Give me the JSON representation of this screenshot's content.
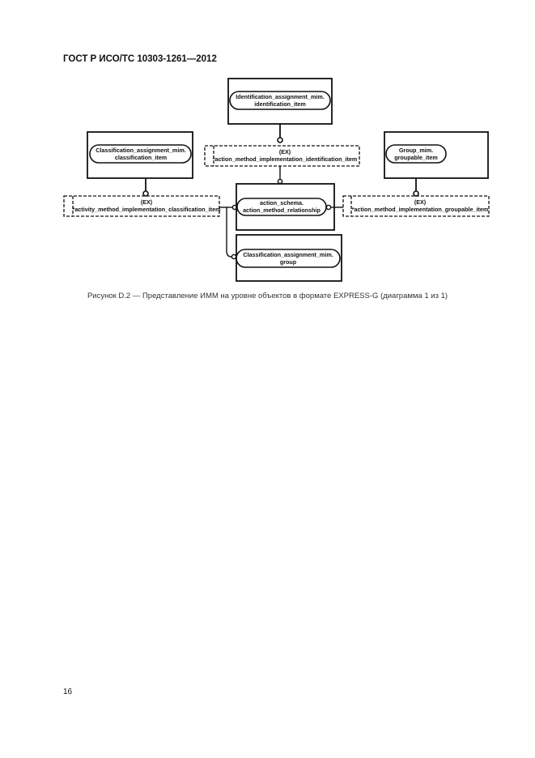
{
  "header": {
    "title": "ГОСТ Р ИСО/ТС 10303-1261—2012"
  },
  "diagram": {
    "entities": {
      "identification": [
        "Identification_assignment_mim.",
        "identification_item"
      ],
      "classification_item": [
        "Classification_assignment_mim.",
        "classification_item"
      ],
      "group_item": [
        "Group_mim.",
        "groupable_item"
      ],
      "center": [
        "action_schema.",
        "action_method_relationship"
      ],
      "group": [
        "Classification_assignment_mim.",
        "group"
      ]
    },
    "selects": {
      "top": [
        "(EX)",
        "*action_method_implementation_identification_item"
      ],
      "left": [
        "(EX)",
        "*activity_method_implementation_classification_item"
      ],
      "right": [
        "(EX)",
        "*action_method_implementation_groupable_item"
      ]
    }
  },
  "caption": "Рисунок D.2 — Представление ИММ на уровне объектов в формате EXPRESS-G (диаграмма 1 из 1)",
  "page_number": "16"
}
